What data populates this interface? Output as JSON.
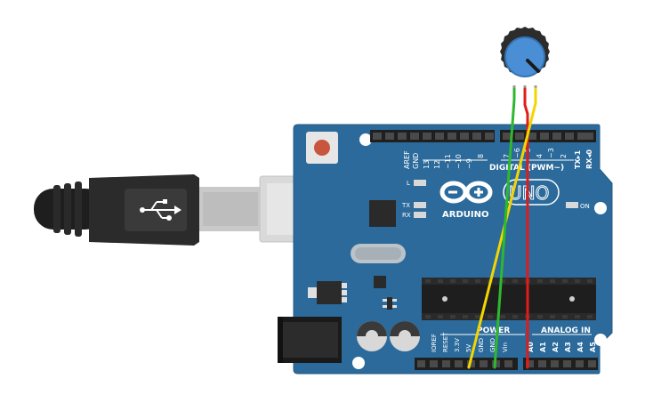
{
  "board": {
    "brand": "ARDUINO",
    "model": "UNO",
    "on_label": "ON",
    "led_l": "L",
    "led_tx": "TX",
    "led_rx": "RX",
    "digital_label": "DIGITAL (PWM~)",
    "power_label": "POWER",
    "analog_label": "ANALOG IN",
    "digital_pins": [
      "AREF",
      "GND",
      "13",
      "12",
      "~11",
      "~10",
      "~9",
      "8",
      "7",
      "~6",
      "~5",
      "4",
      "~3",
      "2",
      "TX▸1",
      "RX◂0"
    ],
    "power_pins": [
      "IOREF",
      "RESET",
      "3.3V",
      "5V",
      "GND",
      "GND",
      "Vin"
    ],
    "analog_pins": [
      "A0",
      "A1",
      "A2",
      "A3",
      "A4",
      "A5"
    ]
  },
  "colors": {
    "board": "#2b6a9a",
    "board_edge": "#245b85",
    "wire_green": "#2eb82e",
    "wire_red": "#e01b1b",
    "wire_yellow": "#f2d600",
    "pot_knob": "#4a8fd6"
  },
  "components": {
    "usb_cable": "usb-b-cable",
    "potentiometer": "rotary-potentiometer",
    "wires": [
      "green",
      "red",
      "yellow"
    ]
  }
}
